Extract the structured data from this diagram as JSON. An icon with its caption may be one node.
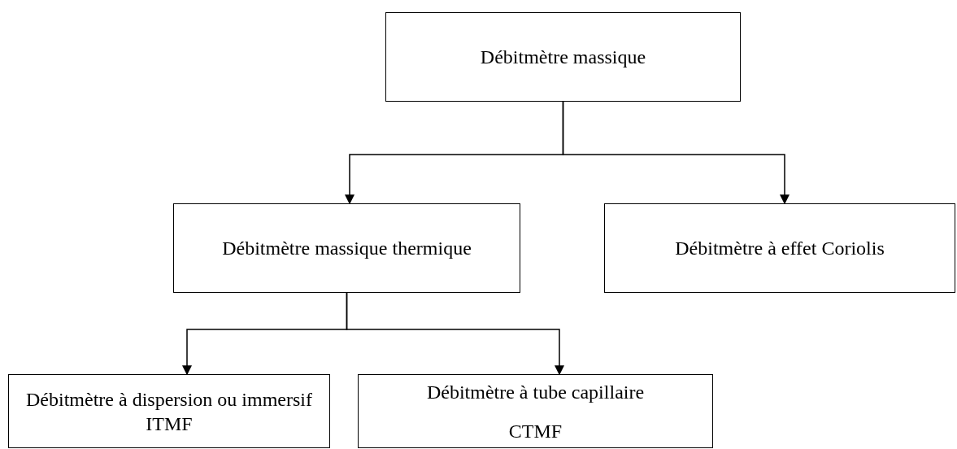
{
  "diagram": {
    "nodes": [
      {
        "text": [
          "Débitmètre massique"
        ]
      },
      {
        "text": [
          "Débitmètre massique thermique"
        ]
      },
      {
        "text": [
          "Débitmètre à effet Coriolis"
        ]
      },
      {
        "text": [
          "Débitmètre à dispersion ou immersif ITMF"
        ]
      },
      {
        "text": [
          "Débitmètre à tube capillaire",
          "CTMF"
        ]
      }
    ],
    "edges": [
      {
        "from": 0,
        "to": 1,
        "arrow": "to"
      },
      {
        "from": 0,
        "to": 2,
        "arrow": "to"
      },
      {
        "from": 1,
        "to": 3,
        "arrow": "to"
      },
      {
        "from": 1,
        "to": 4,
        "arrow": "to"
      }
    ]
  }
}
